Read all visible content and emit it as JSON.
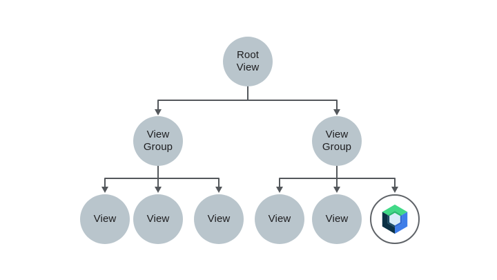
{
  "diagram": {
    "type": "tree",
    "description": "Android view hierarchy: root view with two view groups, each containing child views; last child shown as Jetpack Compose logo",
    "nodes": {
      "root": {
        "label": "Root\nView"
      },
      "group_left": {
        "label": "View\nGroup"
      },
      "group_right": {
        "label": "View\nGroup"
      },
      "view_l1": {
        "label": "View"
      },
      "view_l2": {
        "label": "View"
      },
      "view_l3": {
        "label": "View"
      },
      "view_r1": {
        "label": "View"
      },
      "view_r2": {
        "label": "View"
      },
      "compose": {
        "icon": "jetpack-compose-logo"
      }
    },
    "edges": [
      [
        "root",
        "group_left"
      ],
      [
        "root",
        "group_right"
      ],
      [
        "group_left",
        "view_l1"
      ],
      [
        "group_left",
        "view_l2"
      ],
      [
        "group_left",
        "view_l3"
      ],
      [
        "group_right",
        "view_r1"
      ],
      [
        "group_right",
        "view_r2"
      ],
      [
        "group_right",
        "compose"
      ]
    ]
  },
  "colors": {
    "background": "#ffffff",
    "node_fill": "#b9c5cc",
    "connector": "#53575b",
    "text": "#1d1d1f",
    "compose_ring": "#5f6368",
    "compose_green": "#41d987",
    "compose_green_dark": "#2abb6f",
    "compose_blue": "#3e7de8",
    "compose_blue_dark": "#3069d1",
    "compose_navy": "#0b3145",
    "compose_navy_light": "#1a4a63",
    "compose_center": "#d9ecf8"
  }
}
